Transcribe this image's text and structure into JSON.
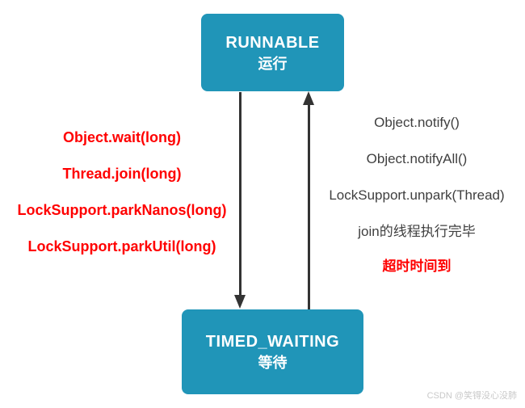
{
  "canvas": {
    "background": "#FFFFFF"
  },
  "nodes": {
    "runnable": {
      "title": "RUNNABLE",
      "subtitle": "运行",
      "fill": "#2095B8",
      "text_color": "#FFFFFF"
    },
    "timed_waiting": {
      "title": "TIMED_WAITING",
      "subtitle": "等待",
      "fill": "#2095B8",
      "text_color": "#FFFFFF"
    }
  },
  "left_transitions": {
    "color": "#FF0000",
    "items": [
      "Object.wait(long)",
      "Thread.join(long)",
      "LockSupport.parkNanos(long)",
      "LockSupport.parkUtil(long)"
    ]
  },
  "right_transitions": {
    "color": "#3F3F3F",
    "items": [
      "Object.notify()",
      "Object.notifyAll()",
      "LockSupport.unpark(Thread)",
      "join的线程执行完毕"
    ],
    "timeout": {
      "text": "超时时间到",
      "color": "#FF0000"
    }
  },
  "arrows": {
    "color": "#333333"
  },
  "watermark": {
    "text": "CSDN @笑锝没心没肺",
    "color": "#C9C9C9"
  }
}
